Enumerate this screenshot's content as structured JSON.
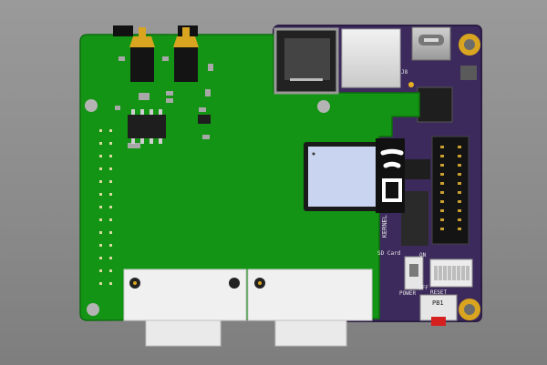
{
  "colors": {
    "background": "#8c8c8c",
    "purple_pcb": "#3c2a5c",
    "green_pcb": "#149414",
    "gold": "#d9a520",
    "module_blue": "#c8d4f0"
  },
  "labels": {
    "j8": "J8",
    "kernel": "KERNEL",
    "sd_card": "SD Card",
    "on": "ON",
    "off": "OFF",
    "power": "POWER",
    "reset": "RESET",
    "pb1": "PB1"
  },
  "icons": {
    "wifi_logo": "wifi-icon"
  }
}
